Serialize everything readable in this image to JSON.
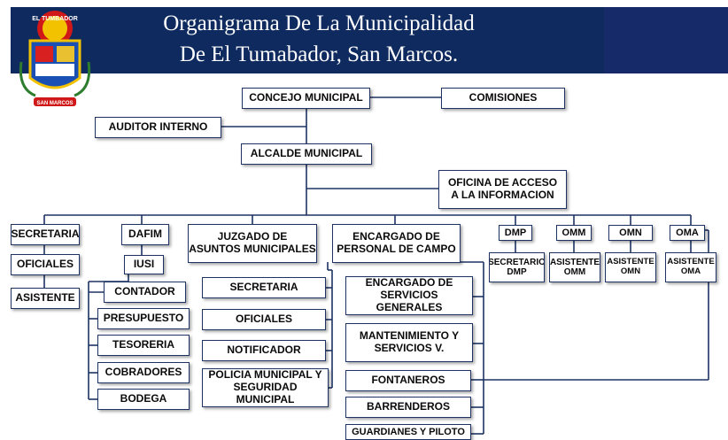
{
  "header": {
    "title_line1": "Organigrama De La Municipalidad",
    "title_line2": "De El Tumabador, San Marcos.",
    "crest_top_text": "EL TUMBADOR",
    "crest_bottom_text": "SAN MARCOS"
  },
  "colors": {
    "banner": "#0e2a5e",
    "line": "#1d3364",
    "box_border": "#1d3364"
  },
  "nodes": {
    "concejo": "CONCEJO MUNICIPAL",
    "comisiones": "COMISIONES",
    "auditor": "AUDITOR INTERNO",
    "alcalde": "ALCALDE MUNICIPAL",
    "oficina_acceso": "OFICINA DE ACCESO\nA LA INFORMACION",
    "secretaria": "SECRETARIA",
    "oficiales": "OFICIALES",
    "asistente": "ASISTENTE",
    "dafim": "DAFIM",
    "iusi": "IUSI",
    "contador": "CONTADOR",
    "presupuesto": "PRESUPUESTO",
    "tesoreria": "TESORERIA",
    "cobradores": "COBRADORES",
    "bodega": "BODEGA",
    "juzgado": "JUZGADO DE\nASUNTOS MUNICIPALES",
    "juz_secretaria": "SECRETARIA",
    "juz_oficiales": "OFICIALES",
    "notificador": "NOTIFICADOR",
    "policia": "POLICIA MUNICIPAL Y\nSEGURIDAD MUNICIPAL",
    "encargado_campo": "ENCARGADO DE\nPERSONAL DE CAMPO",
    "servicios_generales": "ENCARGADO DE\nSERVICIOS GENERALES",
    "mantenimiento": "MANTENIMIENTO Y\nSERVICIOS V.",
    "fontaneros": "FONTANEROS",
    "barrenderos": "BARRENDEROS",
    "guardianes": "GUARDIANES Y PILOTO",
    "dmp": "DMP",
    "secretario_dmp": "SECRETARIO\nDMP",
    "omm": "OMM",
    "asistente_omm": "ASISTENTE\nOMM",
    "omn": "OMN",
    "asistente_omn": "ASISTENTE\nOMN",
    "oma": "OMA",
    "asistente_oma": "ASISTENTE\nOMA"
  }
}
